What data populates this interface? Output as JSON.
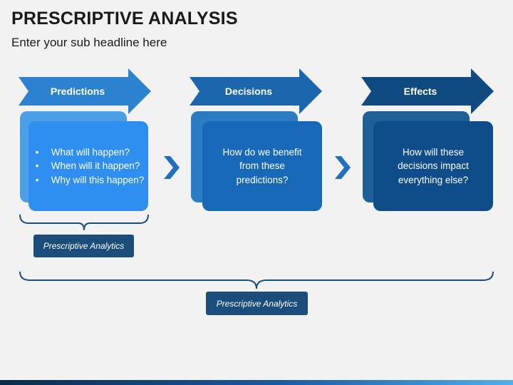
{
  "title": "PRESCRIPTIVE ANALYSIS",
  "subtitle": "Enter your sub headline here",
  "steps": [
    {
      "label": "Predictions",
      "bullets": [
        "What will happen?",
        "When will it happen?",
        "Why will this happen?"
      ],
      "arrow_color": "#2d82cf",
      "back_color": "#4a9fe6",
      "front_color": "#2e8ff0"
    },
    {
      "label": "Decisions",
      "text": "How do we benefit from these predictions?",
      "arrow_color": "#1b66ad",
      "back_color": "#2a7cc4",
      "front_color": "#1769b8"
    },
    {
      "label": "Effects",
      "text": "How will these decisions impact everything else?",
      "arrow_color": "#0f4a80",
      "back_color": "#1f5f98",
      "front_color": "#0f4c8a"
    }
  ],
  "group_label_small": "Prescriptive Analytics",
  "group_label_large": "Prescriptive Analytics",
  "colors": {
    "chevron": "#1e6fc0",
    "brace": "#1a4d7a",
    "label_bg": "#1a4d7a"
  }
}
